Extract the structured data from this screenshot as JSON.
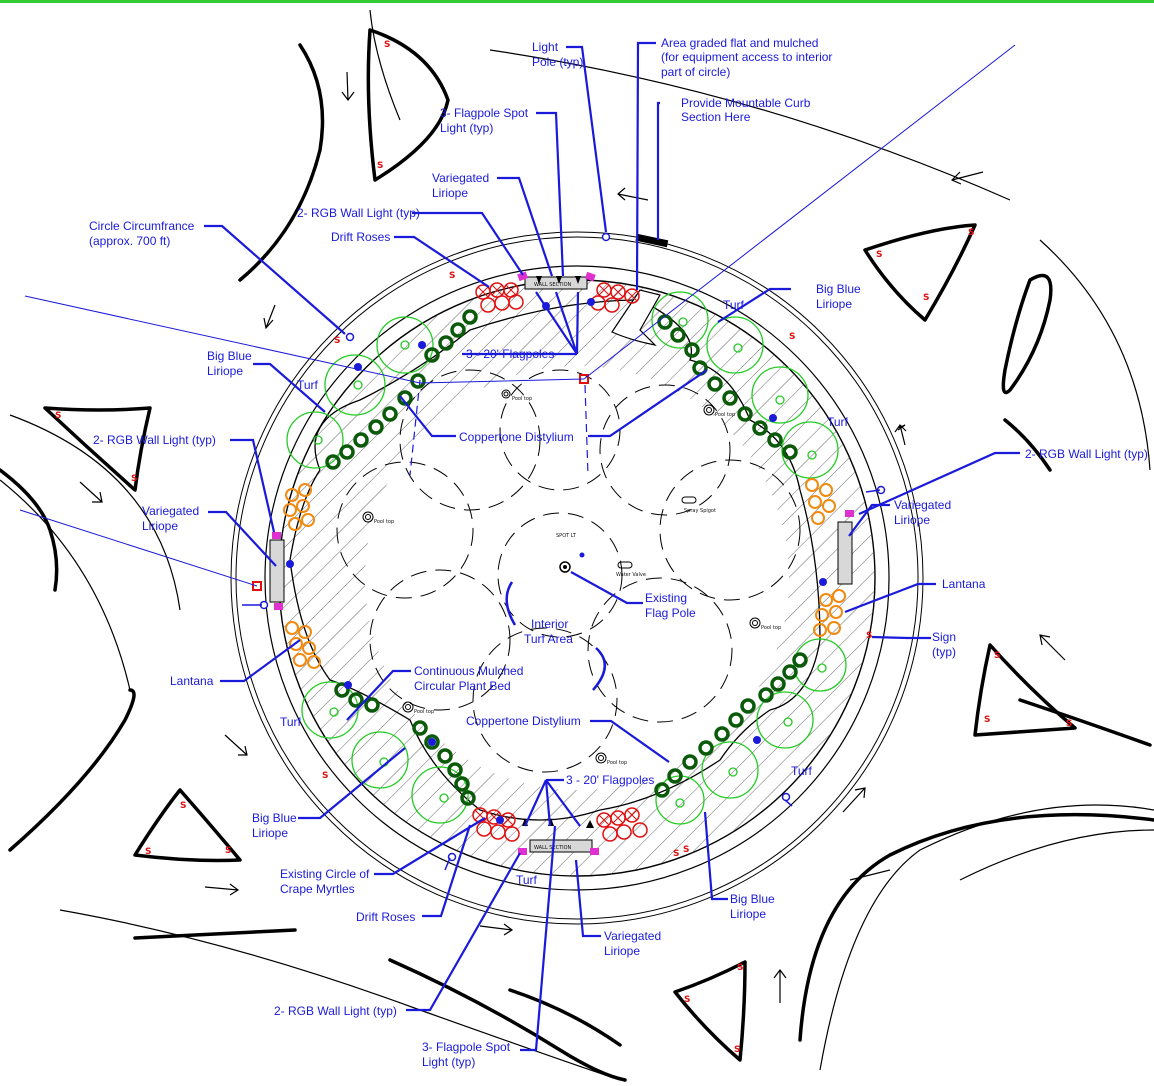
{
  "labels": {
    "light_pole": [
      "Light",
      "Pole (typ)"
    ],
    "area_graded": [
      "Area graded flat and mulched",
      "(for equipment access to interior",
      "part of circle)"
    ],
    "flagpole_spot_top": [
      "3- Flagpole Spot",
      "Light (typ)"
    ],
    "mountable_curb": [
      "Provide Mountable Curb",
      "Section Here"
    ],
    "variegated_top": [
      "Variegated",
      "Liriope"
    ],
    "rgb_wall_top": [
      "2- RGB Wall Light (typ)"
    ],
    "circle_circ": [
      "Circle Circumfrance",
      "(approx. 700 ft)"
    ],
    "drift_roses_top": [
      "Drift Roses"
    ],
    "big_blue_top_right": [
      "Big Blue",
      "Liriope"
    ],
    "flagpoles_top": [
      "3 - 20' Flagpoles"
    ],
    "big_blue_left": [
      "Big Blue",
      "Liriope"
    ],
    "coppertone_top": [
      "Coppertone Distylium"
    ],
    "rgb_wall_left": [
      "2- RGB Wall Light (typ)"
    ],
    "rgb_wall_right": [
      "2- RGB Wall Light (typ)"
    ],
    "variegated_right": [
      "Variegated",
      "Liriope"
    ],
    "variegated_left": [
      "Variegated",
      "Liriope"
    ],
    "existing_flag_pole": [
      "Existing",
      "Flag Pole"
    ],
    "interior_turf": [
      "Interior",
      "Turf Area"
    ],
    "lantana_right": [
      "Lantana"
    ],
    "sign": [
      "Sign",
      "(typ)"
    ],
    "lantana_left": [
      "Lantana"
    ],
    "continuous_mulched": [
      "Continuous Mulched",
      "Circular Plant Bed"
    ],
    "coppertone_bottom": [
      "Coppertone Distylium"
    ],
    "flagpoles_bottom": [
      "3 - 20' Flagpoles"
    ],
    "big_blue_bottom_left": [
      "Big Blue",
      "Liriope"
    ],
    "existing_crape": [
      "Existing Circle of",
      "Crape Myrtles"
    ],
    "drift_roses_bottom": [
      "Drift Roses"
    ],
    "big_blue_bottom_right": [
      "Big Blue",
      "Liriope"
    ],
    "variegated_bottom": [
      "Variegated",
      "Liriope"
    ],
    "rgb_wall_bottom": [
      "2- RGB Wall Light (typ)"
    ],
    "flagpole_spot_bottom": [
      "3- Flagpole Spot",
      "Light (typ)"
    ]
  },
  "turf_labels": [
    "Turf",
    "Turf",
    "Turf",
    "Turf",
    "Turf",
    "Turf"
  ],
  "small_text": {
    "wall_section": "WALL SECTION",
    "pool_top": "Pool top",
    "sprinkler": "Spray Spigot",
    "water_valve": "Water Valve",
    "spot_lt": "SPOT LT"
  },
  "sign_glyph": "S",
  "colors": {
    "label_blue": "#1a1adb",
    "rose_red": "#e01010",
    "shrub_green": "#0a5a0a",
    "liriope_green": "#22cc22",
    "lantana_orange": "#f08a10",
    "rgb_light_magenta": "#e030d0",
    "top_bar_green": "#33cc33"
  }
}
